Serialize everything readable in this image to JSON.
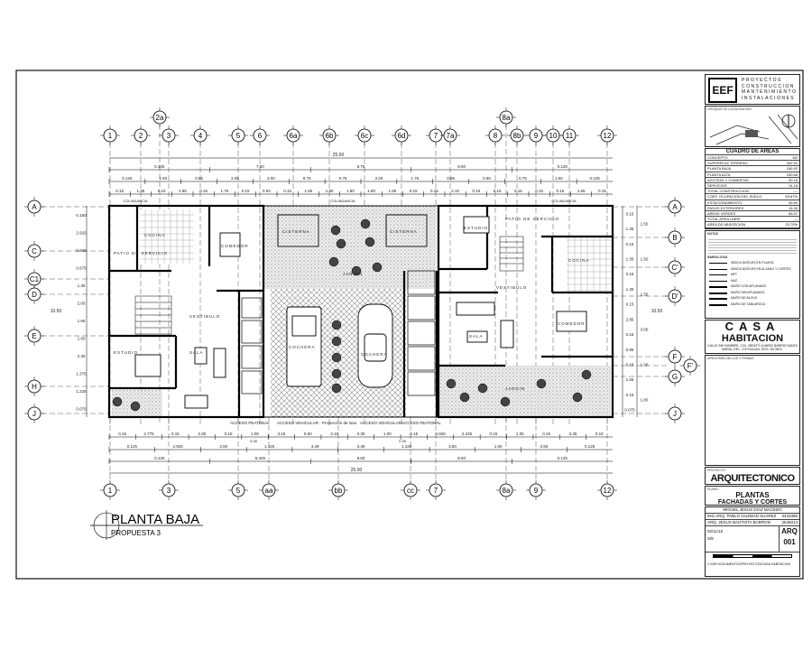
{
  "drawing": {
    "title": "PLANTA BAJA",
    "subtitle": "PROPUESTA 3",
    "grid_top": [
      "1",
      "2",
      "2a",
      "3",
      "4",
      "5",
      "6",
      "6a",
      "6b",
      "6c",
      "6d",
      "7",
      "7a",
      "8",
      "8a",
      "8b",
      "9",
      "10",
      "11",
      "12"
    ],
    "grid_bottom": [
      "1",
      "3",
      "5",
      "aa",
      "bb",
      "cc",
      "7",
      "8a",
      "9",
      "12"
    ],
    "grid_left": [
      "A",
      "C",
      "C1",
      "D",
      "E",
      "H",
      "J"
    ],
    "grid_right": [
      "A",
      "B",
      "C'",
      "D'",
      "F",
      "F'",
      "G",
      "J"
    ],
    "dims_top": {
      "overall": "25.00",
      "row2": [
        "0.125",
        "7.50",
        "8.75",
        "8.60",
        "0.125"
      ],
      "row3": [
        "0.125",
        "1.50",
        "0.95",
        "2.05",
        "3.00",
        "8.75",
        "0.75",
        "3.25",
        "1.76",
        "0.95",
        "0.95",
        "0.75",
        "1.60",
        "0.125"
      ],
      "row4": [
        "0.15",
        "1.35",
        "0.15",
        "2.85",
        "0.15",
        "1.75",
        "0.15",
        "0.93",
        "0.15",
        "1.55",
        "1.80",
        "1.80",
        "1.80",
        "1.65",
        "0.15",
        "0.15",
        "2.10",
        "0.15",
        "0.15",
        "0.15",
        "0.15",
        "0.15",
        "1.65",
        "0.15"
      ],
      "column_labels": [
        "COLINDANCIA",
        "COLINDANCIA",
        "COLINDANCIA"
      ]
    },
    "dims_bottom": {
      "row1": [
        "0.15",
        "2.775",
        "0.15",
        "3.35",
        "0.15",
        "1.00",
        "3.19",
        "0.50",
        "3.19",
        "0.30",
        "1.00",
        "0.15",
        "0.925",
        "2.425",
        "0.15",
        "1.35",
        "0.15",
        "3.35",
        "0.15"
      ],
      "row2": [
        "0.125",
        "2.925",
        "3.50",
        "1.425",
        "3.49",
        "3.49",
        "1.425",
        "3.50",
        "1.50",
        "3.50",
        "0.125"
      ],
      "row3": [
        "0.125",
        "6.425",
        "9.83",
        "8.50",
        "0.125"
      ],
      "overall": "25.00",
      "extra": [
        "0.35",
        "0.35"
      ]
    },
    "dims_left": [
      "0.150",
      "2.925",
      "0.825",
      "0.675",
      "1.35",
      "2.00",
      "1.65",
      "2.60",
      "2.35",
      "1.375",
      "1.225",
      "0.075"
    ],
    "dims_left_total": "10.50",
    "dims_right": [
      "0.15",
      "1.35",
      "0.15",
      "1.35",
      "0.15",
      "1.35",
      "0.15",
      "2.85",
      "0.15",
      "0.85",
      "0.15",
      "1.65",
      "0.15",
      "0.075"
    ],
    "dims_right_b": [
      "1.50",
      "1.50",
      "1.50",
      "3.00",
      "1.00",
      "1.80"
    ],
    "dims_right_total": "10.50",
    "accesses": [
      "ACCESO PEATONAL",
      "ACCESO VEHICULAR",
      "Proyección de losa",
      "ACCESO VEHICULAR",
      "ACCESO PEATONAL"
    ],
    "rooms": [
      "COCINA",
      "COMEDOR",
      "PATIO DE SERVICIO",
      "VESTIBULO",
      "ESTUDIO",
      "SALA",
      "CISTERNA",
      "CISTERNA",
      "COCHERA",
      "COCHERA",
      "JARDIN",
      "ESTUDIO",
      "VESTIBULO",
      "SALA",
      "COCINA",
      "COMEDOR",
      "PATIO DE SERVICIO",
      "JARDIN"
    ]
  },
  "title_block": {
    "company": [
      "PROYECTOS",
      "CONSTRUCCION",
      "MANTENIMIENTO",
      "INSTALACIONES"
    ],
    "logo_text": "EEF",
    "location_label": "CROQUIS DE LOCALIZACION",
    "areas_title": "CUADRO DE AREAS",
    "areas_header": [
      "CONCEPTO",
      "M2"
    ],
    "areas": [
      [
        "SUPERFICIE TERRENO",
        "262.50"
      ],
      [
        "PLANTA BAJA",
        "156.92"
      ],
      [
        "PLANTA ALTA",
        "150.68"
      ],
      [
        "AZOTEAS Y CUBIERTAS",
        "30.18"
      ],
      [
        "SERVICIOS",
        "14.18"
      ],
      [
        "TOTAL CONSTRUCCION",
        "—"
      ],
      [
        "COEF. OCUPACION DEL SUELO",
        "59.87%"
      ],
      [
        "ESTACIONAMIENTO",
        "45.84"
      ],
      [
        "PASOS EXTERIORES",
        "14.00"
      ],
      [
        "AREAS VERDES",
        "66.57"
      ],
      [
        "TOTAL AREA LIBRE",
        "—"
      ],
      [
        "AREA DE ABSORCION",
        "25.70%"
      ]
    ],
    "notes_label": "NOTAS",
    "symbols_label": "SIMBOLOGIA",
    "symbols": [
      "INDICA NIVELES EN PLANTA",
      "INDICA NIVELES EN ALZADO Y CORTES",
      "NPT",
      "NAZ",
      "MURO CON APLANADO",
      "MURO SIN APLANADO",
      "MURO DE BLOCK",
      "MURO DE TABLAROCA"
    ],
    "project_name_1": "CASA",
    "project_name_2": "HABITACION",
    "address": "CALLE SIN NOMBRE, COL. BENITO JUAREZ BARRIO SANTA MARIA, DEL. COYOACAN, EDO. DE MEX.",
    "seals_label": "AREA PARA SELLOS Y FIRMAS",
    "project_label": "PROYECTO:",
    "project": "ARQUITECTONICO",
    "plan_label": "PLANO:",
    "plan_1": "PLANTAS",
    "plan_2": "FACHADAS Y CORTES",
    "drawn_by": "MIGUEL JESUS DIAZ MACEDO",
    "responsible": "ING.ARQ. PABLO GUZMAN SUAREZ",
    "responsible_id": "3433386",
    "dro": "ARQ. JESUS BAUTISTA BARRON",
    "dro_id": "2546014",
    "date": "02/11/15",
    "scale": "S/E",
    "code": "ARQ",
    "number": "001",
    "file_path": "C:/DIR DOCUMENTOS/PROYECTOS/CASA HABITACION"
  }
}
